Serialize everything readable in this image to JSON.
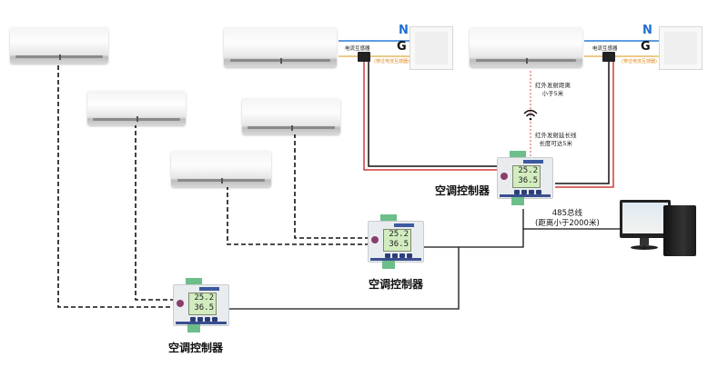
{
  "diagram": {
    "title_hidden": "",
    "air_conditioners": [
      {
        "id": "ac-1"
      },
      {
        "id": "ac-2"
      },
      {
        "id": "ac-3"
      },
      {
        "id": "ac-4"
      },
      {
        "id": "ac-5"
      },
      {
        "id": "ac-6"
      }
    ],
    "controllers": [
      {
        "label": "空调控制器",
        "temperature": "25.2",
        "humidity": "36.5"
      },
      {
        "label": "空调控制器",
        "temperature": "25.2",
        "humidity": "36.5"
      },
      {
        "label": "空调控制器",
        "temperature": "25.2",
        "humidity": "36.5"
      }
    ],
    "power_line": {
      "n_label": "N",
      "g_label": "G",
      "current_transformer_label": "电流互感器",
      "current_transformer_note": "(穿过电流互感器)"
    },
    "infrared": {
      "distance_note_line1": "红外发射距离",
      "distance_note_line2": "小于5米",
      "extension_note_line1": "红外发射延长线",
      "extension_note_line2": "长度可达5米"
    },
    "bus": {
      "line1": "485总线",
      "line2": "(距离小于2000米)"
    },
    "colors": {
      "n_wire": "#2b7bd6",
      "g_wire": "#e8b860",
      "red_wire": "#d23b3b",
      "black_wire": "#111111",
      "ir_dotted": "#e07a7a",
      "terminal_green": "#6cbf8a"
    }
  }
}
